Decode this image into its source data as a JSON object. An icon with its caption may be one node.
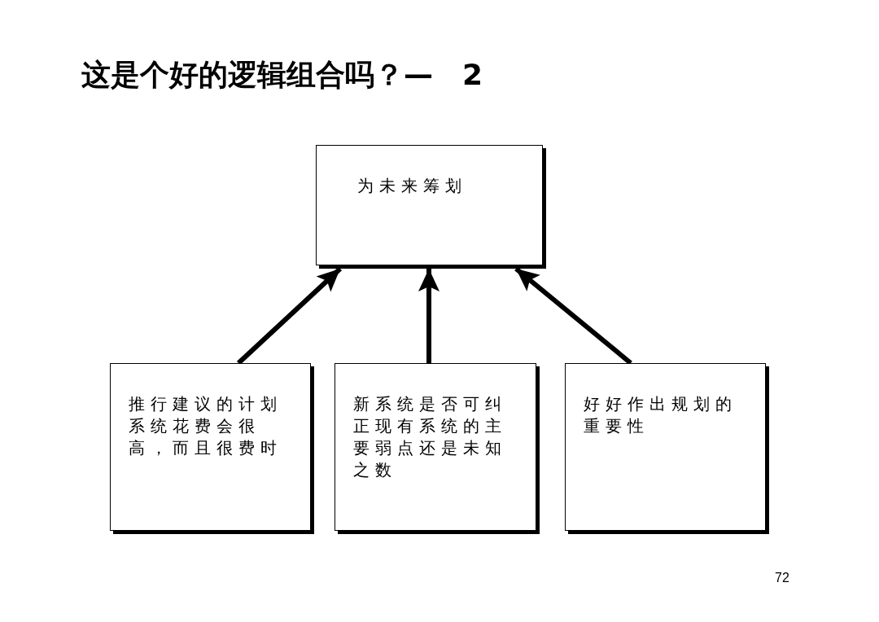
{
  "diagram": {
    "title": "这是个好的逻辑组合吗？—　2",
    "nodes": [
      {
        "text": [
          "为未来筹划"
        ]
      },
      {
        "text": [
          "推行建议的计划系统花费会很高，而且很费时"
        ]
      },
      {
        "text": [
          "新系统是否可纠正现有系统的主要弱点还是未知之数"
        ]
      },
      {
        "text": [
          "好好作出规划的重要性"
        ]
      }
    ],
    "edges": [
      {
        "from": 1,
        "to": 0,
        "arrow": "to"
      },
      {
        "from": 2,
        "to": 0,
        "arrow": "to"
      },
      {
        "from": 3,
        "to": 0,
        "arrow": "to"
      }
    ],
    "labels": [
      "72"
    ]
  }
}
